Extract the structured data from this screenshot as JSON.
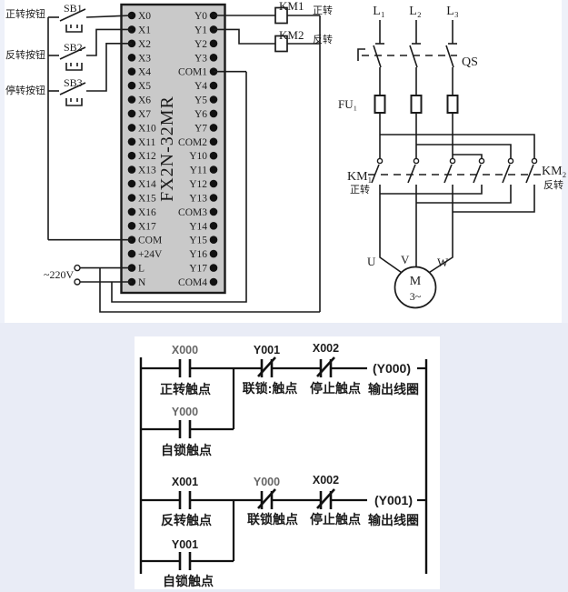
{
  "colors": {
    "background": "#ffffff",
    "page_border_tint": "#e9ecf6",
    "plc_fill": "#c9c9c9",
    "line": "#1b1b1b",
    "ladder_bg": "#ffffff"
  },
  "plc": {
    "model": "FX2N-32MR",
    "left_terminals": [
      "X0",
      "X1",
      "X2",
      "X3",
      "X4",
      "X5",
      "X6",
      "X7",
      "X10",
      "X11",
      "X12",
      "X13",
      "X14",
      "X15",
      "X16",
      "X17",
      "COM",
      "+24V",
      "L",
      "N"
    ],
    "right_terminals": [
      "Y0",
      "Y1",
      "Y2",
      "Y3",
      "COM1",
      "Y4",
      "Y5",
      "Y6",
      "Y7",
      "COM2",
      "Y10",
      "Y11",
      "Y12",
      "Y13",
      "COM3",
      "Y14",
      "Y15",
      "Y16",
      "Y17",
      "COM4"
    ]
  },
  "buttons": [
    {
      "id": "SB1",
      "label": "正转按钮"
    },
    {
      "id": "SB2",
      "label": "反转按钮"
    },
    {
      "id": "SB3",
      "label": "停转按钮"
    }
  ],
  "power": {
    "supply": "~220V"
  },
  "output_section": {
    "km1": "KM1",
    "km1_role": "正转",
    "km2": "KM2",
    "km2_role": "反转"
  },
  "main_circuit": {
    "phases": [
      "L₁",
      "L₂",
      "L₃"
    ],
    "switch": "QS",
    "fuse": "FU₁",
    "km1": "KM₁",
    "km1_role": "正转",
    "km2": "KM₂",
    "km2_role": "反转",
    "motor_terminals": [
      "U",
      "V",
      "W"
    ],
    "motor_label": "M",
    "motor_phase": "3~"
  },
  "ladder": {
    "rungs": [
      {
        "input": {
          "addr": "X000",
          "label": "正转触点"
        },
        "interlock": {
          "addr": "Y001",
          "label": "联锁:触点"
        },
        "stop": {
          "addr": "X002",
          "label": "停止触点"
        },
        "coil": {
          "addr": "(Y000)",
          "label": "输出线圈"
        },
        "seal": {
          "addr": "Y000",
          "label": "自锁触点"
        }
      },
      {
        "input": {
          "addr": "X001",
          "label": "反转触点"
        },
        "interlock": {
          "addr": "Y000",
          "label": "联锁触点"
        },
        "stop": {
          "addr": "X002",
          "label": "停止触点"
        },
        "coil": {
          "addr": "(Y001)",
          "label": "输出线圈"
        },
        "seal": {
          "addr": "Y001",
          "label": "自锁触点"
        }
      }
    ]
  }
}
